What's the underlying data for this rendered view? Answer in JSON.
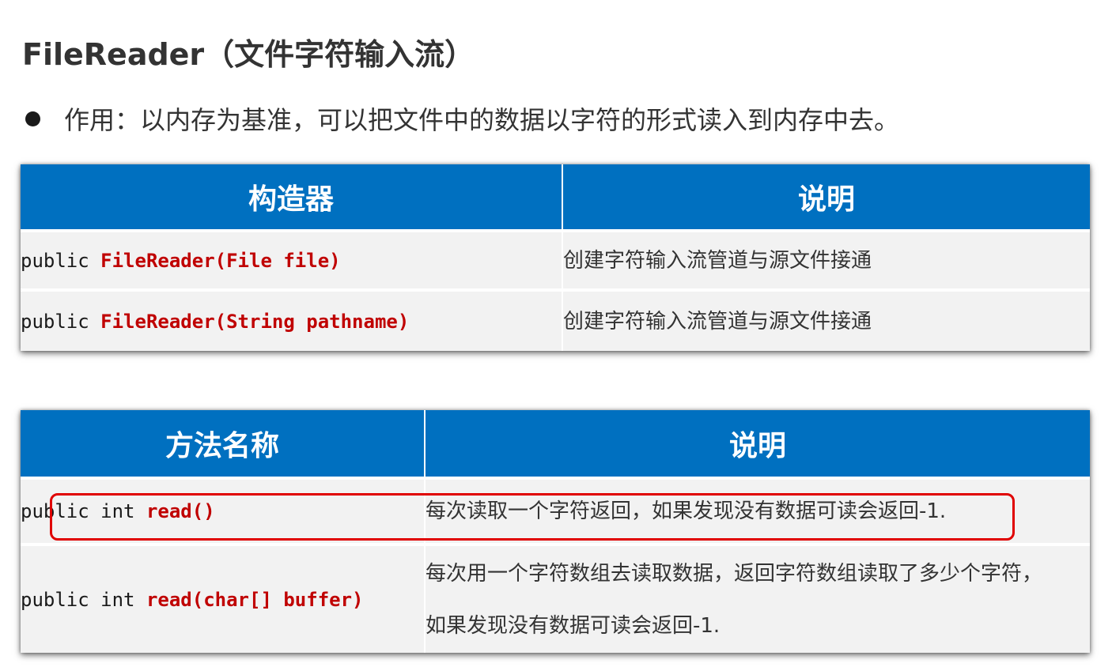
{
  "title": "FileReader（文件字符输入流）",
  "bullet": {
    "text": "作用：以内存为基准，可以把文件中的数据以字符的形式读入到内存中去。"
  },
  "constructors_table": {
    "headers": [
      "构造器",
      "说明"
    ],
    "rows": [
      {
        "prefix": "public ",
        "signature": "FileReader(File file)",
        "description": "创建字符输入流管道与源文件接通"
      },
      {
        "prefix": "public ",
        "signature": "FileReader(String pathname)",
        "description": "创建字符输入流管道与源文件接通"
      }
    ]
  },
  "methods_table": {
    "headers": [
      "方法名称",
      "说明"
    ],
    "rows": [
      {
        "prefix": "public int ",
        "signature": "read()",
        "description": "每次读取一个字符返回，如果发现没有数据可读会返回-1."
      },
      {
        "prefix": "public int ",
        "signature": "read(char[] buffer)",
        "description_line1": "每次用一个字符数组去读取数据，返回字符数组读取了多少个字符，",
        "description_line2": "如果发现没有数据可读会返回-1."
      }
    ]
  },
  "colors": {
    "header_bg": "#0070c0",
    "keyword": "#c00000",
    "highlight_border": "#e00000",
    "row_bg": "#f2f2f2"
  }
}
